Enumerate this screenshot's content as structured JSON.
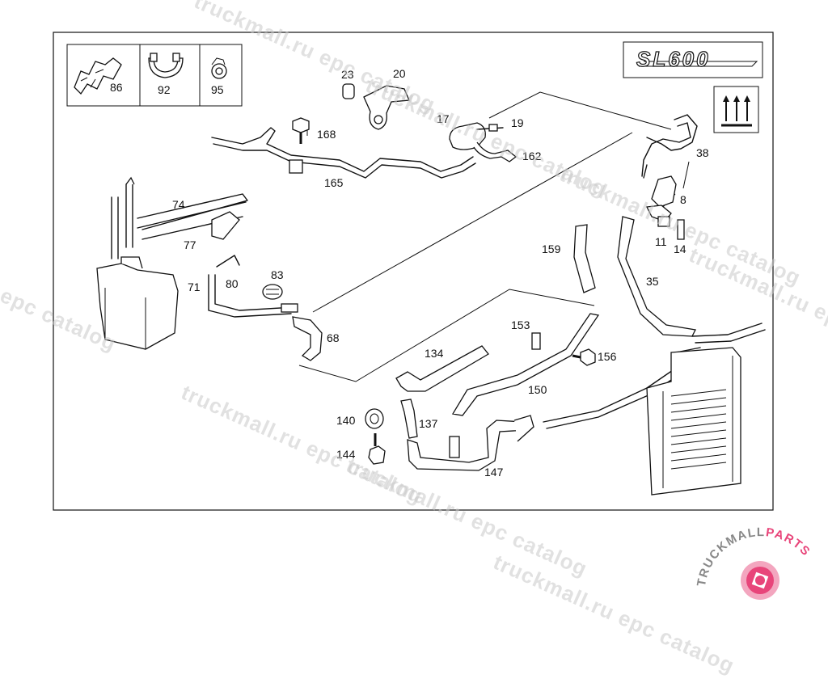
{
  "model_badge": "SL600",
  "callouts": [
    "86",
    "92",
    "95",
    "23",
    "20",
    "17",
    "19",
    "168",
    "162",
    "38",
    "165",
    "8",
    "74",
    "11",
    "14",
    "77",
    "159",
    "83",
    "35",
    "71",
    "80",
    "68",
    "153",
    "134",
    "156",
    "150",
    "140",
    "137",
    "144",
    "147"
  ],
  "watermarks": [
    "truckmall.ru epc catalog",
    "truckmall.ru epc catalog",
    "truckmall.ru epc catalog",
    "truckmall.ru epc catalog",
    "epc catalog",
    "truckmall.ru epc catalog",
    "truckmall.ru epc catalog",
    "truckmall.ru epc catalog"
  ],
  "logo": {
    "text_main": "TRUCKMALL",
    "text_accent": "PARTS",
    "accent_color": "#e8457a",
    "icon": "gear-icon"
  },
  "colors": {
    "line": "#111111",
    "watermark": "#c9c9c9"
  }
}
